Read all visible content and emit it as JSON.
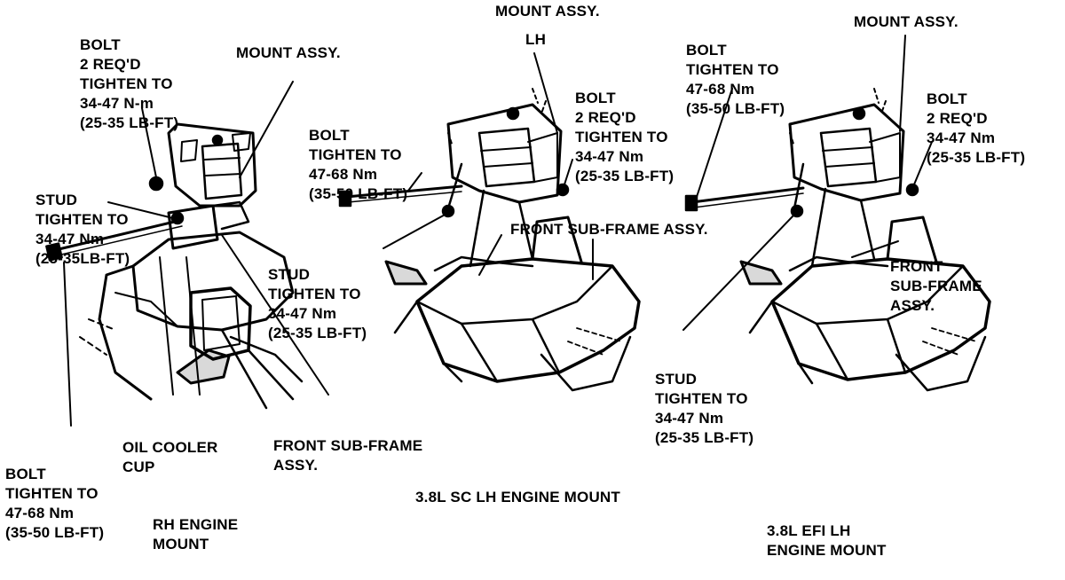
{
  "colors": {
    "ink": "#000000",
    "paper": "#ffffff"
  },
  "rh": {
    "bolt_top": [
      "BOLT",
      "2 REQ'D",
      "TIGHTEN TO",
      "34-47 N-m",
      "(25-35 LB-FT)"
    ],
    "mount_assy": "MOUNT ASSY.",
    "stud": [
      "STUD",
      "TIGHTEN TO",
      "34-47 Nm",
      "(25-35LB-FT)"
    ],
    "oil_cooler": [
      "OIL COOLER",
      "CUP"
    ],
    "subframe": [
      "FRONT SUB-FRAME",
      "ASSY."
    ],
    "bolt_bottom": [
      "BOLT",
      "TIGHTEN TO",
      "47-68 Nm",
      "(35-50 LB-FT)"
    ],
    "caption": [
      "RH ENGINE",
      "MOUNT"
    ]
  },
  "sc": {
    "mount_assy": "MOUNT ASSY.",
    "lh": "LH",
    "bolt_2req": [
      "BOLT",
      "2 REQ'D",
      "TIGHTEN TO",
      "34-47 Nm",
      "(25-35 LB-FT)"
    ],
    "bolt": [
      "BOLT",
      "TIGHTEN TO",
      "47-68 Nm",
      "(35-50 LB-FT)"
    ],
    "stud": [
      "STUD",
      "TIGHTEN TO",
      "34-47 Nm",
      "(25-35 LB-FT)"
    ],
    "subframe": "FRONT SUB-FRAME ASSY.",
    "caption": "3.8L SC LH ENGINE MOUNT"
  },
  "efi": {
    "bolt": [
      "BOLT",
      "TIGHTEN TO",
      "47-68 Nm",
      "(35-50 LB-FT)"
    ],
    "mount_assy": "MOUNT ASSY.",
    "bolt_2req": [
      "BOLT",
      "2 REQ'D",
      "34-47 Nm",
      "(25-35 LB-FT)"
    ],
    "subframe": [
      "FRONT",
      "SUB-FRAME",
      "ASSY."
    ],
    "stud": [
      "STUD",
      "TIGHTEN TO",
      "34-47 Nm",
      "(25-35 LB-FT)"
    ],
    "caption": [
      "3.8L EFI LH",
      "ENGINE MOUNT"
    ]
  }
}
